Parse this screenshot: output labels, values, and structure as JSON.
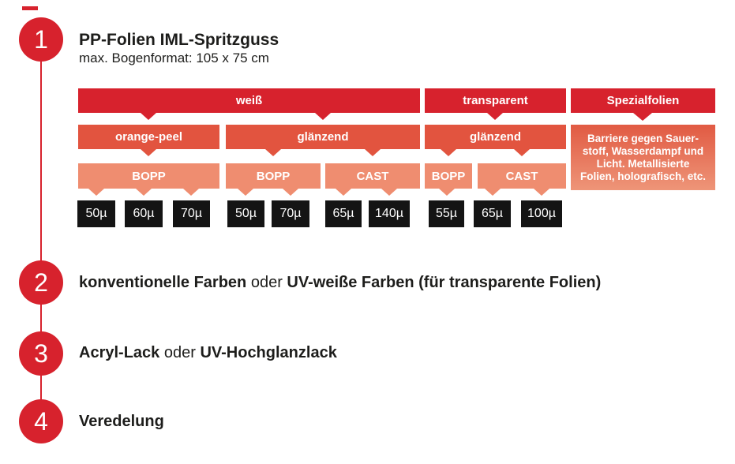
{
  "colors": {
    "red": "#d7222d",
    "orange": "#e2543f",
    "salmon": "#ef8d70",
    "leaf-bg": "#141414",
    "info-top": "#e15a43",
    "info-bottom": "#ee9578",
    "text": "#1d1d1b"
  },
  "steps": [
    {
      "number": "1",
      "title": "PP-Folien IML-Spritzguss",
      "subtitle": "max. Bogenformat: 105 x 75 cm"
    },
    {
      "number": "2",
      "bold1": "konventionelle Farben",
      "mid": " oder ",
      "bold2": "UV-weiße Farben (für transparente Folien)"
    },
    {
      "number": "3",
      "bold1": "Acryl-Lack",
      "mid": " oder ",
      "bold2": "UV-Hochglanzlack"
    },
    {
      "number": "4",
      "bold1": "Veredelung"
    }
  ],
  "tree": {
    "level1": [
      {
        "label": "weiß"
      },
      {
        "label": "transparent"
      },
      {
        "label": "Spezialfolien"
      }
    ],
    "level2": [
      {
        "label": "orange-peel"
      },
      {
        "label": "glänzend"
      },
      {
        "label": "glänzend"
      }
    ],
    "special_info_lines": [
      "Barriere gegen Sauer-",
      "stoff, Wasserdampf und",
      "Licht. Metallisierte",
      "Folien, holografisch, etc."
    ],
    "level3": [
      {
        "label": "BOPP"
      },
      {
        "label": "BOPP"
      },
      {
        "label": "CAST"
      },
      {
        "label": "BOPP"
      },
      {
        "label": "CAST"
      }
    ],
    "thicknesses": [
      "50µ",
      "60µ",
      "70µ",
      "50µ",
      "70µ",
      "65µ",
      "140µ",
      "55µ",
      "65µ",
      "100µ"
    ]
  }
}
